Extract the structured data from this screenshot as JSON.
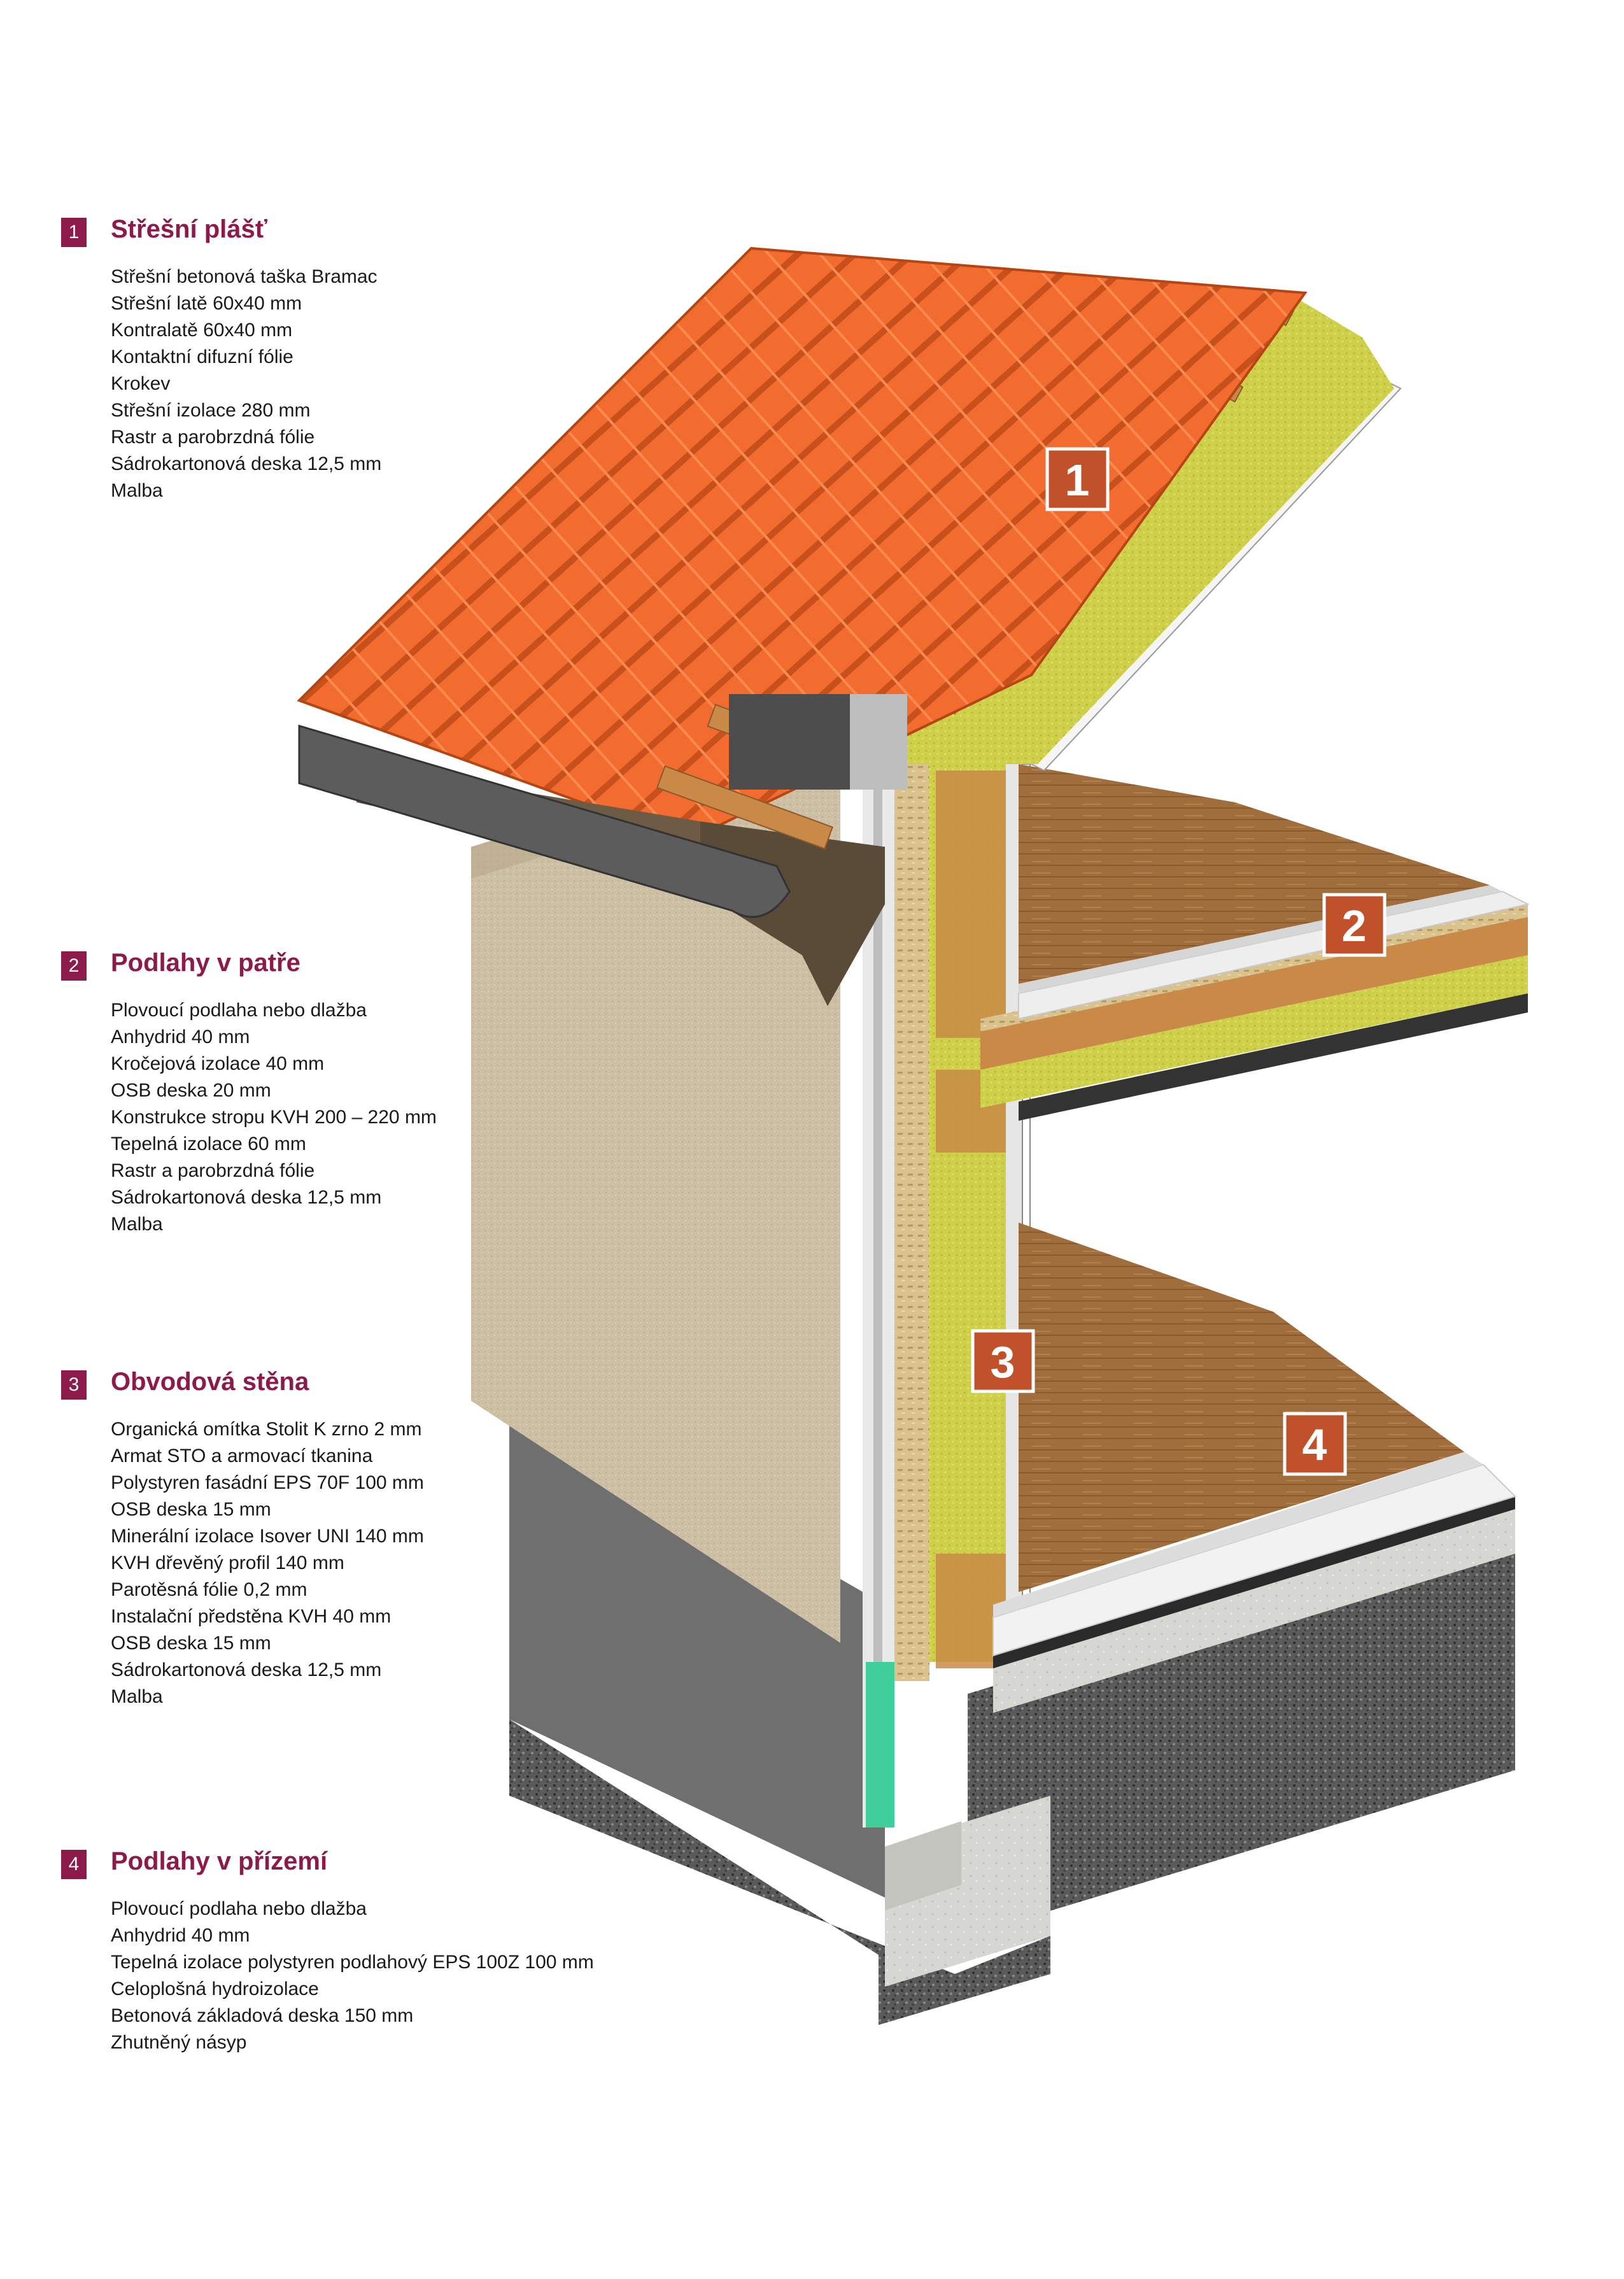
{
  "colors": {
    "accent": "#8c1a4b",
    "callout": "#c0512b",
    "tile": "#f26b2f",
    "insulation": "#cfd04a",
    "timber": "#c98a47",
    "floor": "#9c6a3a",
    "render": "#cdbfa4"
  },
  "sections": [
    {
      "number": "1",
      "title": "Střešní plášť",
      "items": [
        "Střešní betonová taška Bramac",
        "Střešní latě 60x40 mm",
        "Kontralatě 60x40 mm",
        "Kontaktní difuzní fólie",
        "Krokev",
        "Střešní izolace 280 mm",
        "Rastr a parobrzdná fólie",
        "Sádrokartonová deska 12,5 mm",
        "Malba"
      ]
    },
    {
      "number": "2",
      "title": "Podlahy v patře",
      "items": [
        "Plovoucí podlaha nebo dlažba",
        "Anhydrid 40 mm",
        "Kročejová izolace 40 mm",
        "OSB deska 20 mm",
        "Konstrukce stropu KVH 200 – 220 mm",
        "Tepelná izolace 60 mm",
        "Rastr a parobrzdná fólie",
        "Sádrokartonová deska 12,5 mm",
        "Malba"
      ]
    },
    {
      "number": "3",
      "title": "Obvodová stěna",
      "items": [
        "Organická omítka Stolit K zrno 2 mm",
        "Armat STO a armovací tkanina",
        "Polystyren fasádní EPS 70F 100 mm",
        "OSB deska 15 mm",
        "Minerální izolace Isover UNI 140 mm",
        "KVH dřevěný profil 140 mm",
        "Parotěsná fólie 0,2 mm",
        "Instalační předstěna KVH 40 mm",
        "OSB deska 15 mm",
        "Sádrokartonová deska 12,5 mm",
        "Malba"
      ]
    },
    {
      "number": "4",
      "title": "Podlahy v přízemí",
      "items": [
        "Plovoucí podlaha nebo dlažba",
        "Anhydrid 40 mm",
        "Tepelná izolace polystyren podlahový EPS 100Z 100 mm",
        "Celoplošná hydroizolace",
        "Betonová základová deska 150 mm",
        "Zhutněný násyp"
      ]
    }
  ],
  "callouts": [
    "1",
    "2",
    "3",
    "4"
  ]
}
